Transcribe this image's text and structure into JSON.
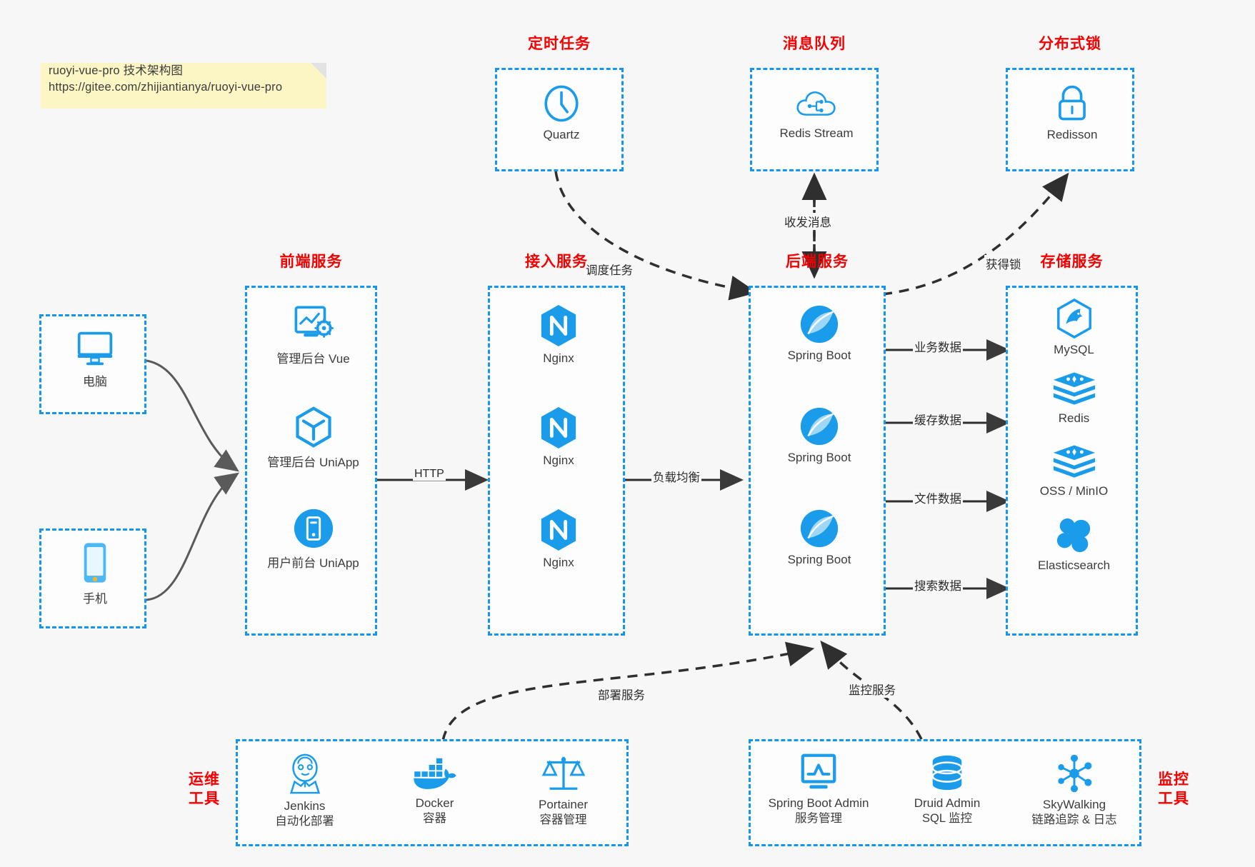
{
  "note": {
    "line1": "ruoyi-vue-pro 技术架构图",
    "line2": "https://gitee.com/zhijiantianya/ruoyi-vue-pro"
  },
  "colors": {
    "accent_blue": "#1496f0",
    "icon_blue": "#1a9ceb",
    "header_red": "#f50000",
    "edge_gray": "#555555",
    "note_yellow": "#fbf6c4",
    "canvas": "#f7f7f7"
  },
  "groups": {
    "scheduler": {
      "title": "定时任务",
      "nodes": [
        {
          "label": "Quartz",
          "icon": "clock-icon"
        }
      ]
    },
    "message_queue": {
      "title": "消息队列",
      "nodes": [
        {
          "label": "Redis Stream",
          "icon": "cloud-stream-icon"
        }
      ]
    },
    "distributed_lock": {
      "title": "分布式锁",
      "nodes": [
        {
          "label": "Redisson",
          "icon": "lock-icon"
        }
      ]
    },
    "clients": {
      "nodes": [
        {
          "label": "电脑",
          "icon": "desktop-icon"
        },
        {
          "label": "手机",
          "icon": "mobile-icon"
        }
      ]
    },
    "frontend": {
      "title": "前端服务",
      "nodes": [
        {
          "label": "管理后台 Vue",
          "icon": "dashboard-icon"
        },
        {
          "label": "管理后台 UniApp",
          "icon": "cube-icon"
        },
        {
          "label": "用户前台 UniApp",
          "icon": "app-icon"
        }
      ]
    },
    "gateway": {
      "title": "接入服务",
      "nodes": [
        {
          "label": "Nginx",
          "icon": "nginx-icon"
        },
        {
          "label": "Nginx",
          "icon": "nginx-icon"
        },
        {
          "label": "Nginx",
          "icon": "nginx-icon"
        }
      ]
    },
    "backend": {
      "title": "后端服务",
      "nodes": [
        {
          "label": "Spring Boot",
          "icon": "spring-icon"
        },
        {
          "label": "Spring Boot",
          "icon": "spring-icon"
        },
        {
          "label": "Spring Boot",
          "icon": "spring-icon"
        }
      ]
    },
    "storage": {
      "title": "存储服务",
      "nodes": [
        {
          "label": "MySQL",
          "icon": "mysql-icon"
        },
        {
          "label": "Redis",
          "icon": "redis-icon"
        },
        {
          "label": "OSS / MinIO",
          "icon": "oss-icon"
        },
        {
          "label": "Elasticsearch",
          "icon": "elasticsearch-icon"
        }
      ]
    },
    "devops": {
      "title_line1": "运维",
      "title_line2": "工具",
      "nodes": [
        {
          "label": "Jenkins",
          "sub": "自动化部署",
          "icon": "jenkins-icon"
        },
        {
          "label": "Docker",
          "sub": "容器",
          "icon": "docker-icon"
        },
        {
          "label": "Portainer",
          "sub": "容器管理",
          "icon": "scales-icon"
        }
      ]
    },
    "monitoring": {
      "title_line1": "监控",
      "title_line2": "工具",
      "nodes": [
        {
          "label": "Spring Boot Admin",
          "sub": "服务管理",
          "icon": "monitor-chart-icon"
        },
        {
          "label": "Druid Admin",
          "sub": "SQL 监控",
          "icon": "database-icon"
        },
        {
          "label": "SkyWalking",
          "sub": "链路追踪 & 日志",
          "icon": "skywalking-icon"
        }
      ]
    }
  },
  "edges": [
    {
      "name": "schedule-task",
      "label": "调度任务"
    },
    {
      "name": "send-receive-message",
      "label": "收发消息"
    },
    {
      "name": "acquire-lock",
      "label": "获得锁"
    },
    {
      "name": "http",
      "label": "HTTP"
    },
    {
      "name": "load-balance",
      "label": "负载均衡"
    },
    {
      "name": "business-data",
      "label": "业务数据"
    },
    {
      "name": "cache-data",
      "label": "缓存数据"
    },
    {
      "name": "file-data",
      "label": "文件数据"
    },
    {
      "name": "search-data",
      "label": "搜索数据"
    },
    {
      "name": "deploy-service",
      "label": "部署服务"
    },
    {
      "name": "monitor-service",
      "label": "监控服务"
    }
  ]
}
